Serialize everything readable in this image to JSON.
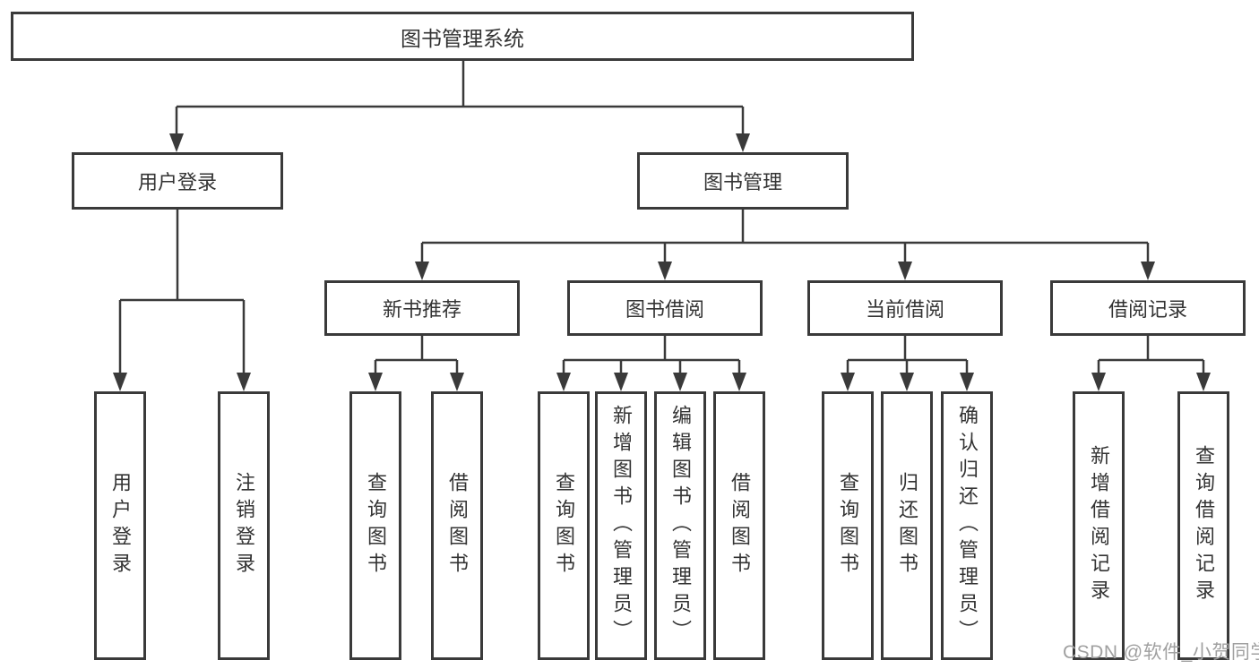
{
  "diagram": {
    "tree": {
      "label": "图书管理系统",
      "children": [
        {
          "label": "用户登录",
          "children": [
            {
              "label": "用户登录"
            },
            {
              "label": "注销登录"
            }
          ]
        },
        {
          "label": "图书管理",
          "children": [
            {
              "label": "新书推荐",
              "children": [
                {
                  "label": "查询图书"
                },
                {
                  "label": "借阅图书"
                }
              ]
            },
            {
              "label": "图书借阅",
              "children": [
                {
                  "label": "查询图书"
                },
                {
                  "label": "新增图书（管理员）"
                },
                {
                  "label": "编辑图书（管理员）"
                },
                {
                  "label": "借阅图书"
                }
              ]
            },
            {
              "label": "当前借阅",
              "children": [
                {
                  "label": "查询图书"
                },
                {
                  "label": "归还图书"
                },
                {
                  "label": "确认归还（管理员）"
                }
              ]
            },
            {
              "label": "借阅记录",
              "children": [
                {
                  "label": "新增借阅记录"
                },
                {
                  "label": "查询借阅记录"
                }
              ]
            }
          ]
        }
      ]
    },
    "colors": {
      "line": "#3a3a3a",
      "text": "#333333",
      "watermark": "#a0a0a0",
      "background": "#ffffff"
    },
    "watermark": "CSDN @软件_小贺同学"
  }
}
